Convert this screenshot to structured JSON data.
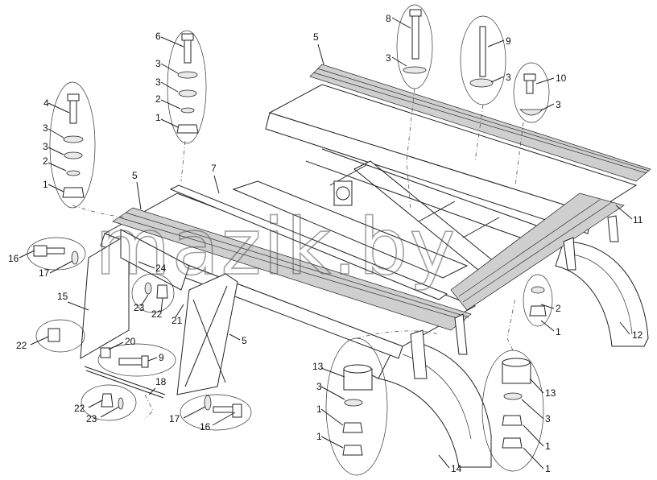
{
  "watermark": {
    "text": "mazik.by"
  },
  "corner_mark": "",
  "callouts": [
    {
      "id": "c-5-top",
      "label": "5"
    },
    {
      "id": "c-8",
      "label": "8"
    },
    {
      "id": "c-3-8",
      "label": "3"
    },
    {
      "id": "c-9-top",
      "label": "9"
    },
    {
      "id": "c-3-9",
      "label": "3"
    },
    {
      "id": "c-10",
      "label": "10"
    },
    {
      "id": "c-3-10",
      "label": "3"
    },
    {
      "id": "c-6",
      "label": "6"
    },
    {
      "id": "c-3-6a",
      "label": "3"
    },
    {
      "id": "c-3-6b",
      "label": "3"
    },
    {
      "id": "c-2-6",
      "label": "2"
    },
    {
      "id": "c-1-6",
      "label": "1"
    },
    {
      "id": "c-4",
      "label": "4"
    },
    {
      "id": "c-3-4a",
      "label": "3"
    },
    {
      "id": "c-3-4b",
      "label": "3"
    },
    {
      "id": "c-2-4",
      "label": "2"
    },
    {
      "id": "c-1-4",
      "label": "1"
    },
    {
      "id": "c-5-left",
      "label": "5"
    },
    {
      "id": "c-7",
      "label": "7"
    },
    {
      "id": "c-11",
      "label": "11"
    },
    {
      "id": "c-16-top",
      "label": "16"
    },
    {
      "id": "c-17-top",
      "label": "17"
    },
    {
      "id": "c-24",
      "label": "24"
    },
    {
      "id": "c-15",
      "label": "15"
    },
    {
      "id": "c-23-top",
      "label": "23"
    },
    {
      "id": "c-22-top",
      "label": "22"
    },
    {
      "id": "c-21",
      "label": "21"
    },
    {
      "id": "c-5-flap",
      "label": "5"
    },
    {
      "id": "c-22-left",
      "label": "22"
    },
    {
      "id": "c-20",
      "label": "20"
    },
    {
      "id": "c-9-bottom",
      "label": "9"
    },
    {
      "id": "c-18",
      "label": "18"
    },
    {
      "id": "c-22-bottom",
      "label": "22"
    },
    {
      "id": "c-23-bottom",
      "label": "23"
    },
    {
      "id": "c-17-bottom",
      "label": "17"
    },
    {
      "id": "c-16-bottom",
      "label": "16"
    },
    {
      "id": "c-2-right",
      "label": "2"
    },
    {
      "id": "c-1-right",
      "label": "1"
    },
    {
      "id": "c-12",
      "label": "12"
    },
    {
      "id": "c-13-left",
      "label": "13"
    },
    {
      "id": "c-3-13l",
      "label": "3"
    },
    {
      "id": "c-1-13la",
      "label": "1"
    },
    {
      "id": "c-1-13lb",
      "label": "1"
    },
    {
      "id": "c-14",
      "label": "14"
    },
    {
      "id": "c-13-right",
      "label": "13"
    },
    {
      "id": "c-3-13r",
      "label": "3"
    },
    {
      "id": "c-1-13ra",
      "label": "1"
    },
    {
      "id": "c-1-13rb",
      "label": "1"
    }
  ]
}
